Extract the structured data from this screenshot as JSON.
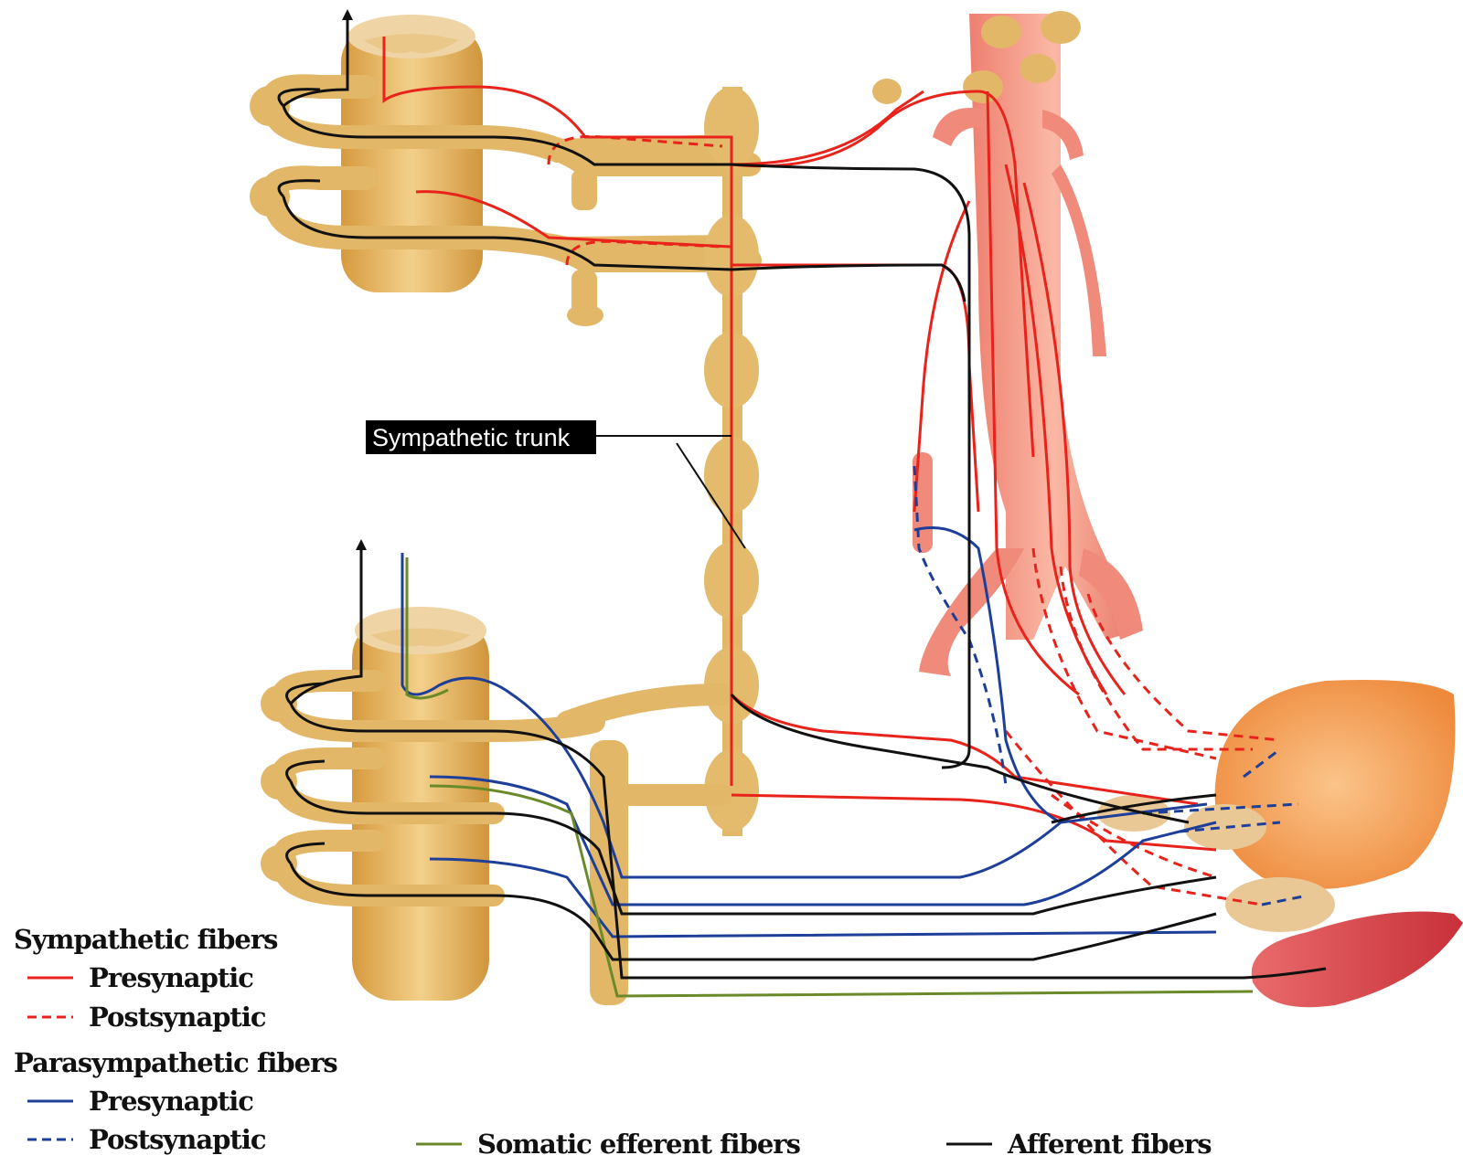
{
  "callout": {
    "label": "Sympathetic trunk"
  },
  "legend": {
    "sympathetic": {
      "heading": "Sympathetic fibers",
      "pre": "Presynaptic",
      "post": "Postsynaptic"
    },
    "parasympathetic": {
      "heading": "Parasympathetic fibers",
      "pre": "Presynaptic",
      "post": "Postsynaptic"
    },
    "somatic": "Somatic efferent fibers",
    "afferent": "Afferent fibers"
  },
  "colors": {
    "sympathetic": "#e8231b",
    "parasympathetic": "#1e3f99",
    "somatic": "#6a8a2a",
    "afferent": "#111111",
    "nerve_tissue": "#e2b868",
    "vessel": "#f08a7a",
    "bladder": "#f5a050",
    "muscle": "#d8444a"
  }
}
